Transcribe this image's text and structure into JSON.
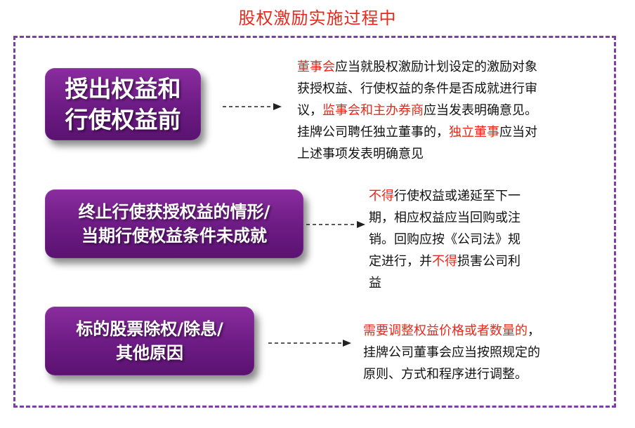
{
  "title": "股权激励实施过程中",
  "colors": {
    "title": "#e8281c",
    "frame": "#7b3fa6",
    "box": "#6f1c86",
    "highlight": "#e8281c",
    "text": "#111111"
  },
  "boxes": [
    {
      "lines": [
        "授出权益和",
        "行使权益前"
      ]
    },
    {
      "lines": [
        "终止行使获授权益的情形/",
        "当期行使权益条件未成就"
      ]
    },
    {
      "lines": [
        "标的股票除权/除息/",
        "其他原因"
      ]
    }
  ],
  "descriptions": [
    {
      "lines": [
        [
          {
            "t": "董事会",
            "red": true
          },
          {
            "t": "应当就股权激励计划设定的激励对象"
          }
        ],
        [
          {
            "t": "获授权益、行使权益的条件是否成就进行审"
          }
        ],
        [
          {
            "t": "议，"
          },
          {
            "t": "监事会和主办券商",
            "red": true
          },
          {
            "t": "应当发表明确意见。"
          }
        ],
        [
          {
            "t": "挂牌公司聘任独立董事的，"
          },
          {
            "t": "独立董事",
            "red": true
          },
          {
            "t": "应当对"
          }
        ],
        [
          {
            "t": "上述事项发表明确意见"
          }
        ]
      ]
    },
    {
      "lines": [
        [
          {
            "t": "不得",
            "red": true
          },
          {
            "t": "行使权益或递延至下一"
          }
        ],
        [
          {
            "t": "期，相应权益应当回购或注"
          }
        ],
        [
          {
            "t": "销。回购应按《公司法》规"
          }
        ],
        [
          {
            "t": "定进行，并"
          },
          {
            "t": "不得",
            "red": true
          },
          {
            "t": "损害公司利"
          }
        ],
        [
          {
            "t": "益"
          }
        ]
      ]
    },
    {
      "lines": [
        [
          {
            "t": "需要调整权益价格或者数量的",
            "red": true
          },
          {
            "t": "，"
          }
        ],
        [
          {
            "t": "挂牌公司董事会应当按照规定的"
          }
        ],
        [
          {
            "t": "原则、方式和程序进行调整。"
          }
        ]
      ]
    }
  ]
}
